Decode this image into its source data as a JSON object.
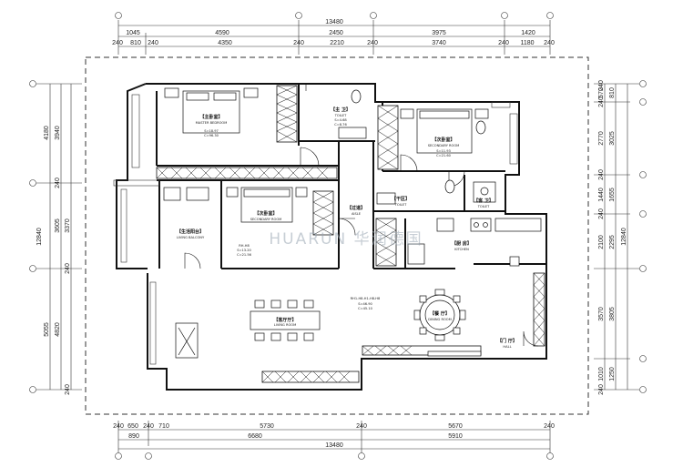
{
  "dimensions": {
    "top_total": "13480",
    "top_row1": [
      "1045",
      "4590",
      "2450",
      "3975",
      "1420"
    ],
    "top_row2": [
      "240",
      "810",
      "240",
      "4350",
      "240",
      "2210",
      "240",
      "3740",
      "240",
      "1180",
      "240"
    ],
    "bottom_total": "13480",
    "bottom_row1": [
      "240",
      "650",
      "240",
      "710",
      "5730",
      "240",
      "5670",
      "240"
    ],
    "bottom_row2": [
      "890",
      "6680",
      "5910"
    ],
    "left_outer": [
      "4180",
      "12840",
      "5055"
    ],
    "left_mid": [
      "3940",
      "240",
      "3605",
      "4820"
    ],
    "left_inner": [
      "3370",
      "240",
      "240"
    ],
    "right_inner": [
      "240",
      "570",
      "240",
      "2770",
      "240",
      "1440",
      "240",
      "2100",
      "3570",
      "1010",
      "240"
    ],
    "right_mid": [
      "810",
      "3025",
      "1655",
      "2295",
      "3805",
      "1250"
    ],
    "right_outer": "12840"
  },
  "rooms": {
    "master_bedroom": {
      "name": "【主卧室】",
      "en": "MASTER BEDROOM",
      "area1": "S=18.97",
      "area2": "C=96.30"
    },
    "master_bath": {
      "name": "【主 卫】",
      "en": "TOILET",
      "area1": "S=4.68",
      "area2": "C=8.76"
    },
    "second_bedroom_right": {
      "name": "【次卧室】",
      "en": "SECONDARY ROOM",
      "area1": "S=11.93",
      "area2": "C=21.60"
    },
    "second_bedroom_mid": {
      "name": "【次卧室】",
      "en": "SECONDARY ROOM",
      "area1": "RH-H8",
      "area2": "S=13.20",
      "area3": "C=21.56"
    },
    "balcony": {
      "name": "【生活阳台】",
      "en": "LIVING BALCONY"
    },
    "aisle": {
      "name": "【过道】",
      "en": "AISLE"
    },
    "dry_area": {
      "name": "【干区】",
      "en": "TOILET"
    },
    "guest_bath": {
      "name": "【客 卫】",
      "en": "TOILET"
    },
    "kitchen": {
      "name": "【厨 房】",
      "en": "KITCHEN"
    },
    "living_room": {
      "name": "【客厅厅】",
      "en": "LIVING ROOM"
    },
    "dining": {
      "name": "【餐 厅】",
      "en": "DINING ROOM"
    },
    "entrance": {
      "name": "【门 厅】",
      "en": "HALL"
    },
    "living_spec": {
      "line1": "RH1-H8-H1-H8-H8",
      "line2": "S=46.90",
      "line3": "C=45.10"
    }
  },
  "watermark": "HUARUN 华润德国"
}
